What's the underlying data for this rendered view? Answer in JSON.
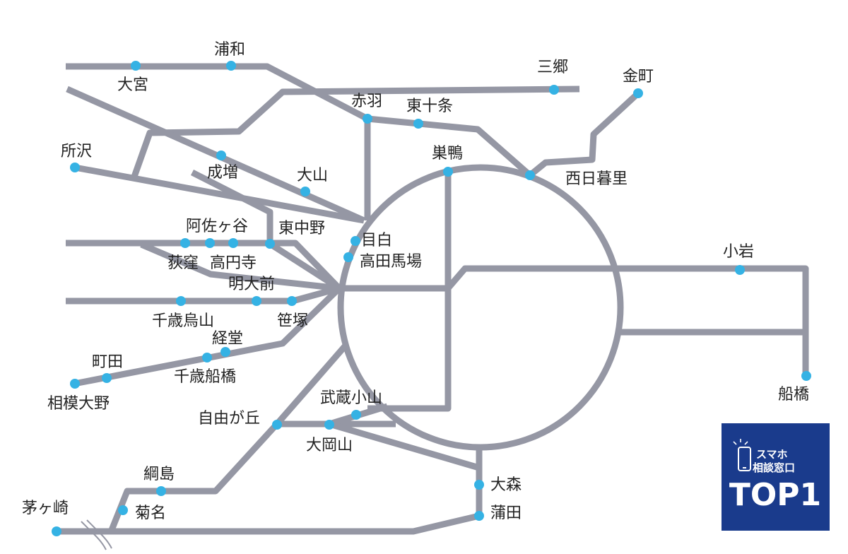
{
  "colors": {
    "line": "#9597a4",
    "station": "#35b2e4",
    "badge_bg": "#1a3b8c",
    "text": "#222222"
  },
  "stations": [
    {
      "id": "omiya",
      "name": "大宮"
    },
    {
      "id": "urawa",
      "name": "浦和"
    },
    {
      "id": "misato",
      "name": "三郷"
    },
    {
      "id": "kanamachi",
      "name": "金町"
    },
    {
      "id": "akabane",
      "name": "赤羽"
    },
    {
      "id": "higashijujo",
      "name": "東十条"
    },
    {
      "id": "tokorozawa",
      "name": "所沢"
    },
    {
      "id": "narimasu",
      "name": "成増"
    },
    {
      "id": "oyama",
      "name": "大山"
    },
    {
      "id": "sugamo",
      "name": "巣鴨"
    },
    {
      "id": "nishinippori",
      "name": "西日暮里"
    },
    {
      "id": "asagaya",
      "name": "阿佐ヶ谷"
    },
    {
      "id": "higashinakano",
      "name": "東中野"
    },
    {
      "id": "mejiro",
      "name": "目白"
    },
    {
      "id": "takadanobaba",
      "name": "高田馬場"
    },
    {
      "id": "ogikubo",
      "name": "荻窪"
    },
    {
      "id": "koenji",
      "name": "高円寺"
    },
    {
      "id": "meidaimae",
      "name": "明大前"
    },
    {
      "id": "koiwa",
      "name": "小岩"
    },
    {
      "id": "chitosekarasuyama",
      "name": "千歳烏山"
    },
    {
      "id": "sasazuka",
      "name": "笹塚"
    },
    {
      "id": "kyodo",
      "name": "経堂"
    },
    {
      "id": "machida",
      "name": "町田"
    },
    {
      "id": "chitosefunabashi",
      "name": "千歳船橋"
    },
    {
      "id": "funabashi",
      "name": "船橋"
    },
    {
      "id": "sagamiono",
      "name": "相模大野"
    },
    {
      "id": "musashikoyama",
      "name": "武蔵小山"
    },
    {
      "id": "jiyugaoka",
      "name": "自由が丘"
    },
    {
      "id": "ookayama",
      "name": "大岡山"
    },
    {
      "id": "tsunashima",
      "name": "綱島"
    },
    {
      "id": "omori",
      "name": "大森"
    },
    {
      "id": "chigasaki",
      "name": "茅ヶ崎"
    },
    {
      "id": "kikuna",
      "name": "菊名"
    },
    {
      "id": "kamata",
      "name": "蒲田"
    }
  ],
  "badge": {
    "line1": "スマホ",
    "line2": "相談窓口",
    "big": "TOP1"
  }
}
